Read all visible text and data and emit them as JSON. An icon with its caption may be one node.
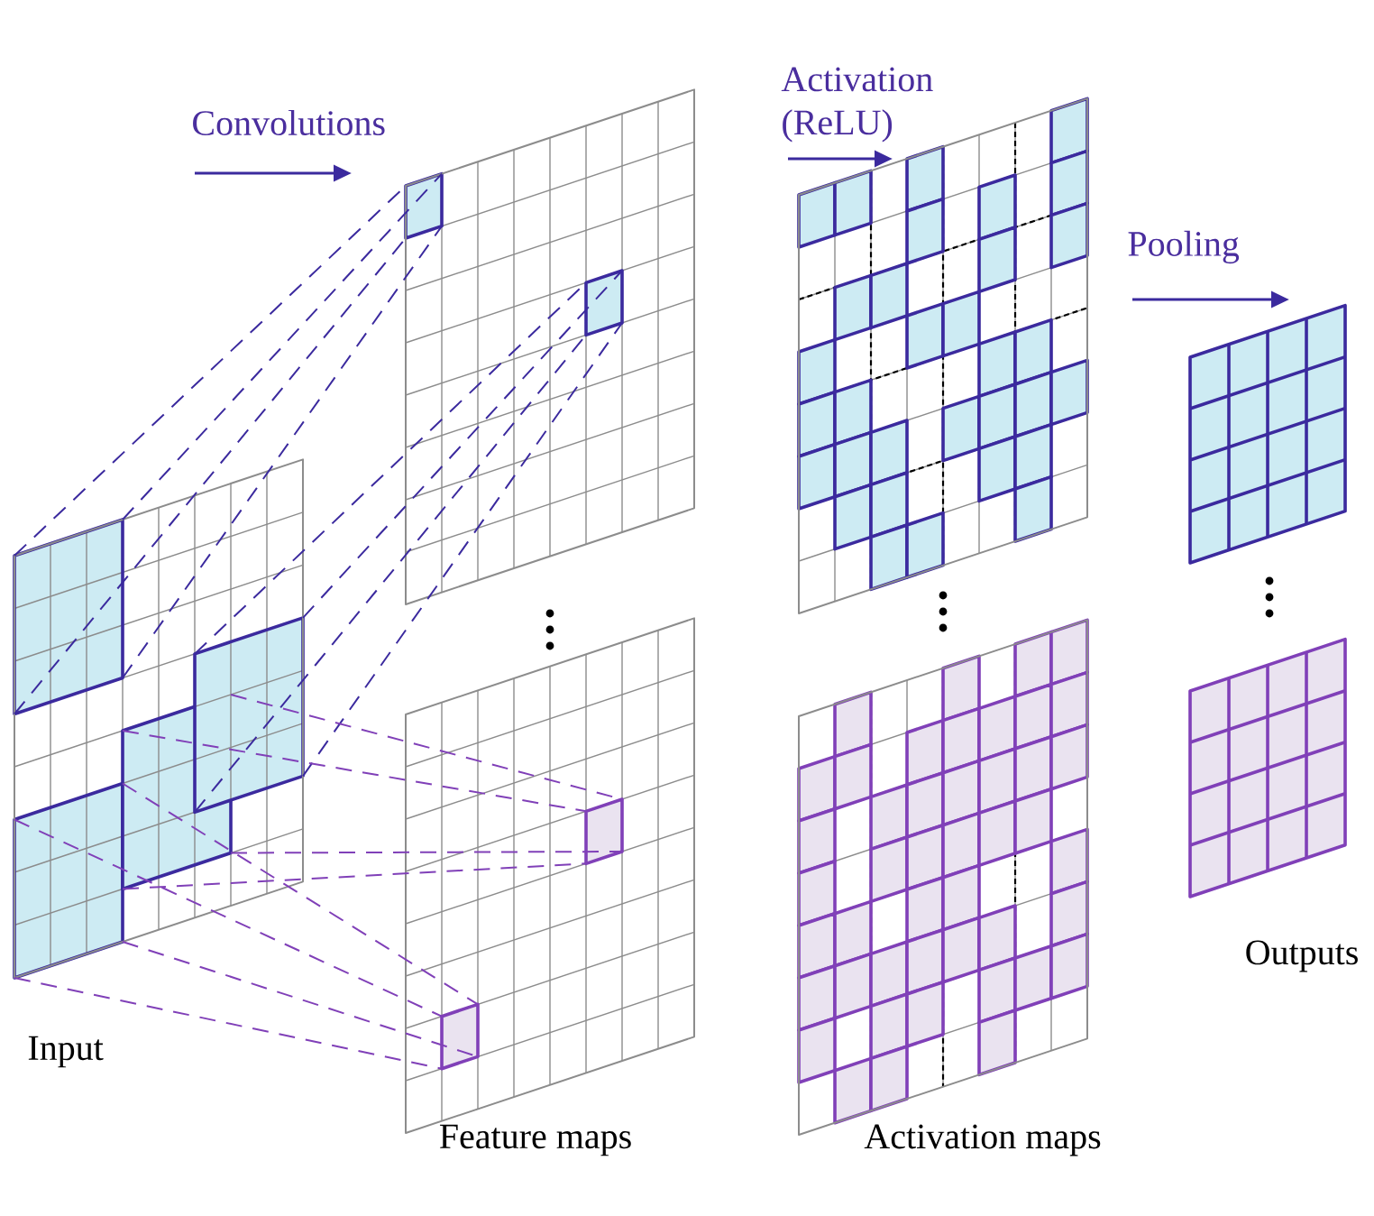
{
  "diagram": {
    "labels": [
      "Convolutions",
      "Activation (ReLU)",
      "Pooling",
      "Input",
      "Feature maps",
      "Activation maps",
      "Outputs"
    ]
  }
}
